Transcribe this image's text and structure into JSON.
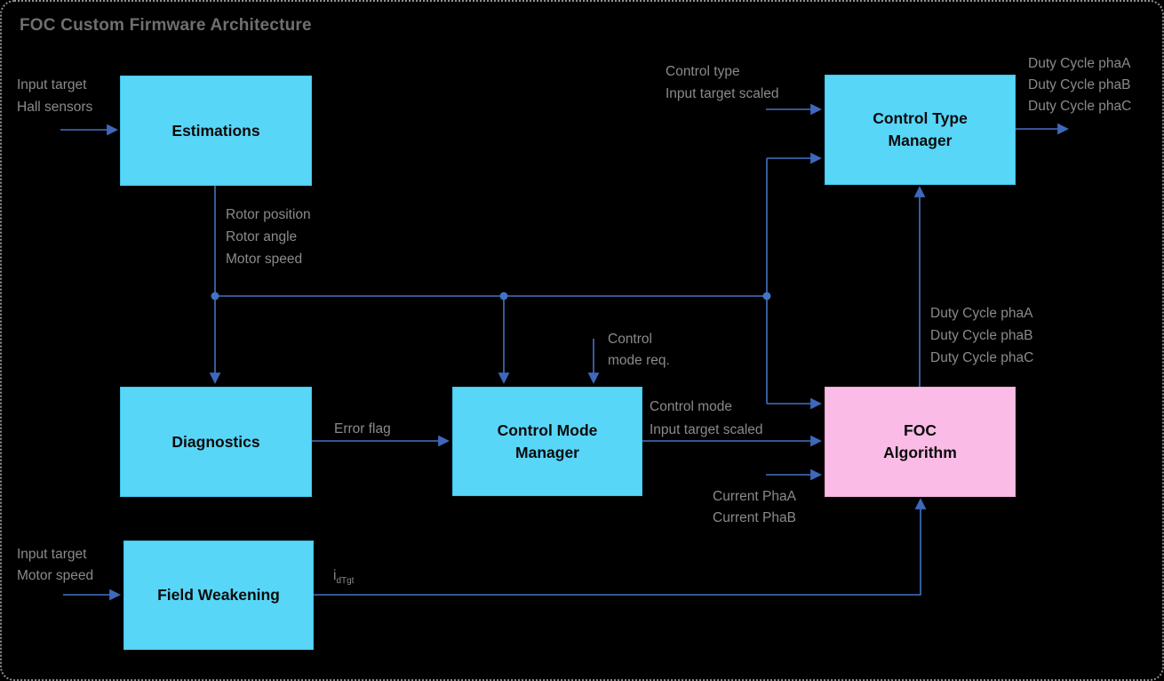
{
  "title": "FOC Custom Firmware Architecture",
  "colors": {
    "background": "#000000",
    "block_cyan": "#58D6F8",
    "block_pink": "#FABCE6",
    "connector_blue": "#4472C4",
    "arrowhead_blue": "#3E68BB",
    "label_gray": "#8A8A8A",
    "title_gray": "#6F6F6F",
    "block_text": "#0B0B0B"
  },
  "blocks": {
    "estimations": {
      "lines": [
        "Estimations"
      ]
    },
    "diagnostics": {
      "lines": [
        "Diagnostics"
      ]
    },
    "control_mode_manager": {
      "lines": [
        "Control Mode",
        "Manager"
      ]
    },
    "field_weakening": {
      "lines": [
        "Field Weakening"
      ]
    },
    "control_type_manager": {
      "lines": [
        "Control Type",
        "Manager"
      ]
    },
    "foc_algorithm": {
      "lines": [
        "FOC",
        "Algorithm"
      ]
    }
  },
  "signals": {
    "estimations_in": [
      "Input target",
      "Hall sensors"
    ],
    "rotor": [
      "Rotor position",
      "Rotor angle",
      "Motor speed"
    ],
    "ctm_in": [
      "Control type",
      "Input target scaled"
    ],
    "duty_out": [
      "Duty Cycle phaA",
      "Duty Cycle phaB",
      "Duty Cycle phaC"
    ],
    "duty_fb": [
      "Duty Cycle phaA",
      "Duty Cycle phaB",
      "Duty Cycle phaC"
    ],
    "cm_req": [
      "Control",
      "mode req."
    ],
    "error_flag": "Error flag",
    "cmm_out": [
      "Control mode",
      "Input target scaled"
    ],
    "currents": [
      "Current PhaA",
      "Current PhaB"
    ],
    "fw_in": [
      "Input target",
      "Motor speed"
    ],
    "idtgt": {
      "base": "i",
      "sub": "dTgt"
    }
  }
}
